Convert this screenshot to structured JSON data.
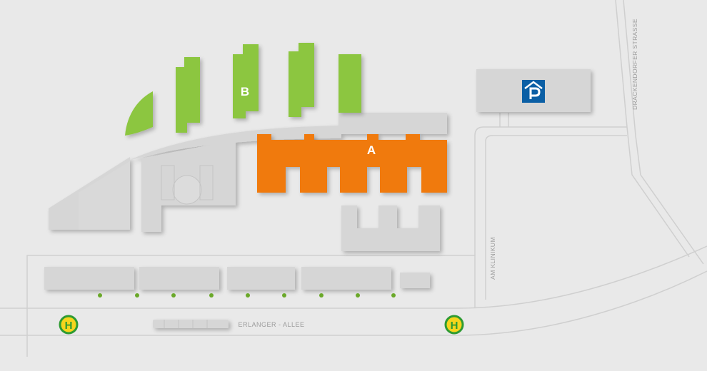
{
  "map": {
    "building_a": {
      "label": "A",
      "color": "#f07a0a"
    },
    "building_b": {
      "label": "B",
      "color": "#8cc63f"
    },
    "parking": {
      "icon": "parking-garage-icon",
      "color": "#0b5fa5"
    },
    "streets": {
      "main": "ERLANGER - ALLEE",
      "side": "AM KLINIKUM",
      "east": "DRACKENDORFER STRASSE"
    },
    "bus_stops": [
      {
        "label": "H",
        "icon": "bus-stop-icon"
      },
      {
        "label": "H",
        "icon": "bus-stop-icon"
      }
    ],
    "colors": {
      "background": "#e9e9e9",
      "road_line": "#cfcfcf",
      "building": "#d6d6d6",
      "bus_stop_ring": "#2e9b32",
      "bus_stop_fill": "#f6d51c"
    }
  }
}
